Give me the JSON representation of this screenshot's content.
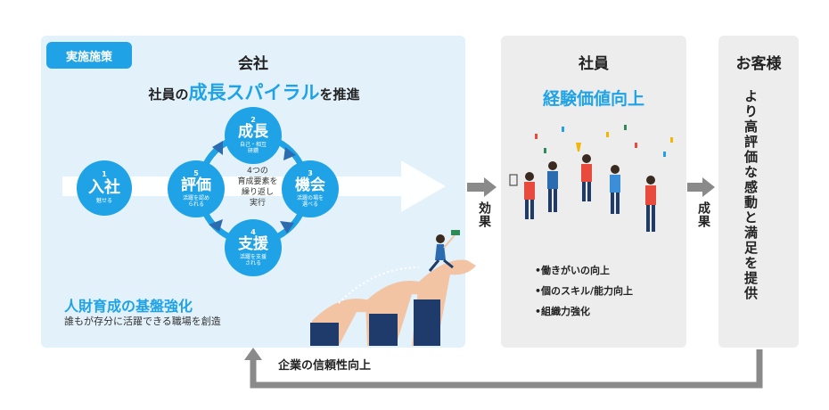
{
  "company": {
    "tag": "実施施策",
    "title": "会社",
    "headline_pre": "社員の",
    "headline_highlight": "成長スパイラル",
    "headline_post": "を推進",
    "entry": {
      "num": "1",
      "main": "入社",
      "sub": "魅せる"
    },
    "cycle": [
      {
        "num": "2",
        "main": "成長",
        "sub": "自己・相互\n研鑽"
      },
      {
        "num": "3",
        "main": "機会",
        "sub": "活躍の場を\n選べる"
      },
      {
        "num": "4",
        "main": "支援",
        "sub": "活躍を支援\nされる"
      },
      {
        "num": "5",
        "main": "評価",
        "sub": "活躍を認め\nられる"
      }
    ],
    "center_text": "4つの\n育成要素を\n繰り返し\n実行",
    "foundation_title": "人財育成の基盤強化",
    "foundation_sub": "誰もが存分に活躍できる職場を創造"
  },
  "effect_label": "効果",
  "employee": {
    "title": "社員",
    "headline": "経験価値向上",
    "bullets": [
      "•働きがいの向上",
      "•個のスキル/能力向上",
      "•組織力強化"
    ]
  },
  "result_label": "成果",
  "customer": {
    "title": "お客様",
    "vertical_text": "より高評価な感動と満足を提供"
  },
  "feedback_label": "企業の信頼性向上",
  "colors": {
    "accent": "#1fa3e6",
    "company_bg": "#e3f1fb",
    "gray_panel": "#ededed",
    "arrow_gray": "#8a8a8a"
  }
}
